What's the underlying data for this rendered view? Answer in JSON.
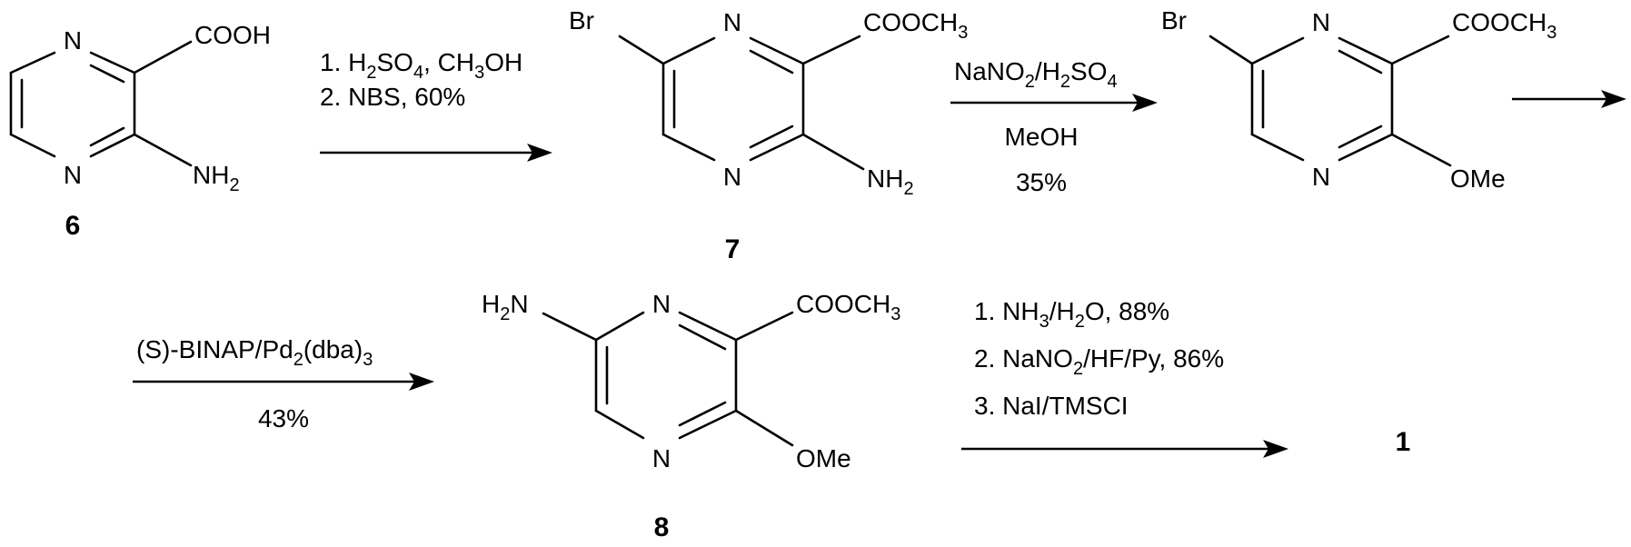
{
  "compounds": {
    "c6": {
      "number": "6",
      "n_top": "N",
      "n_bottom": "N",
      "substituent_top": "COOH",
      "substituent_bottom": [
        "NH",
        "2"
      ]
    },
    "c7": {
      "number": "7",
      "n_top": "N",
      "n_bottom": "N",
      "substituent_left": "Br",
      "substituent_top": [
        "COOCH",
        "3"
      ],
      "substituent_bottom": [
        "NH",
        "2"
      ]
    },
    "c_intermediate": {
      "n_top": "N",
      "n_bottom": "N",
      "substituent_left": "Br",
      "substituent_top": [
        "COOCH",
        "3"
      ],
      "substituent_bottom": "OMe"
    },
    "c8": {
      "number": "8",
      "n_top": "N",
      "n_bottom": "N",
      "substituent_left": [
        "H",
        "2",
        "N"
      ],
      "substituent_top": [
        "COOCH",
        "3"
      ],
      "substituent_bottom": "OMe"
    },
    "c1": {
      "number": "1"
    }
  },
  "arrows": {
    "a1": {
      "line1": [
        "1. H",
        "2",
        "SO",
        "4",
        ", CH",
        "3",
        "OH"
      ],
      "line2": "2. NBS, 60%"
    },
    "a2": {
      "above": [
        "NaNO",
        "2",
        "/H",
        "2",
        "SO",
        "4"
      ],
      "below1": "MeOH",
      "below2": "35%"
    },
    "a3": {},
    "a4": {
      "above": [
        "(S)-BINAP/Pd",
        "2",
        "(dba)",
        "3"
      ],
      "below": "43%"
    },
    "a5": {
      "line1": [
        "1. NH",
        "3",
        "/H",
        "2",
        "O, 88%"
      ],
      "line2": [
        "2. NaNO",
        "2",
        "/HF/Py, 86%"
      ],
      "line3": "3. NaI/TMSCI"
    }
  }
}
